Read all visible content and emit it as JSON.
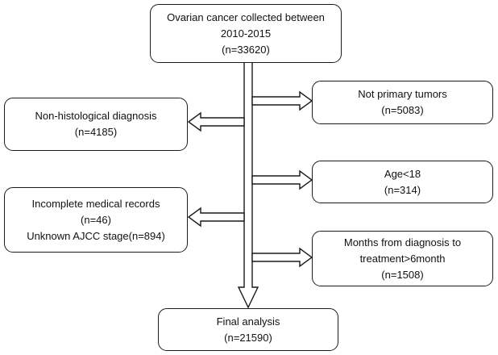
{
  "flowchart": {
    "start": {
      "lines": [
        "Ovarian cancer collected between",
        "2010-2015",
        "(n=33620)"
      ]
    },
    "right_exclusions": [
      {
        "lines": [
          "Not primary tumors",
          "(n=5083)"
        ]
      },
      {
        "lines": [
          "Age<18",
          "(n=314)"
        ]
      },
      {
        "lines": [
          "Months from diagnosis to",
          "treatment>6month",
          "(n=1508)"
        ]
      }
    ],
    "left_exclusions": [
      {
        "lines": [
          "Non-histological diagnosis",
          "(n=4185)"
        ]
      },
      {
        "lines": [
          "Incomplete medical records",
          "(n=46)",
          "Unknown AJCC stage(n=894)"
        ]
      }
    ],
    "final": {
      "lines": [
        "Final analysis",
        "(n=21590)"
      ]
    }
  }
}
